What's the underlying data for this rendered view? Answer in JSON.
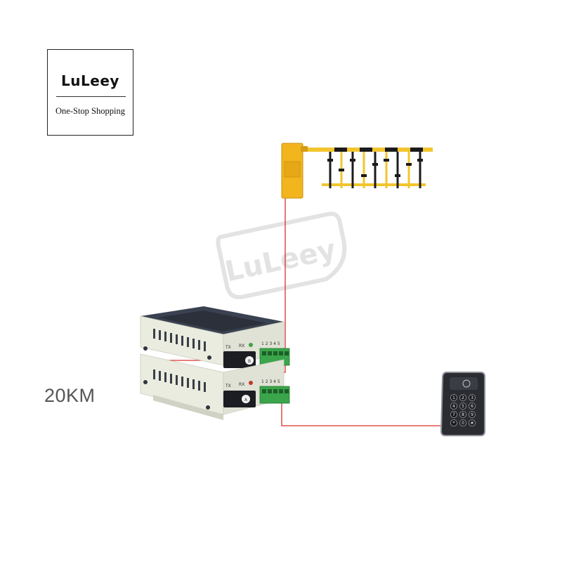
{
  "logo": {
    "brand": "LuLeey",
    "tagline": "One-Stop Shopping"
  },
  "watermark": {
    "text": "LuLeey"
  },
  "distance_label": "20KM",
  "converters": {
    "top": {
      "tx": "TX",
      "rx": "RX",
      "terminals": "1 2 3 4 5",
      "port_badge": "B"
    },
    "bottom": {
      "tx": "TX",
      "rx": "RX",
      "terminals": "1 2 3 4 5",
      "port_badge": "A"
    }
  },
  "keypad": {
    "keys": [
      "1",
      "2",
      "3",
      "4",
      "5",
      "6",
      "7",
      "8",
      "9",
      "*",
      "0",
      "#"
    ]
  },
  "colors": {
    "cable": "#d9302a",
    "barrier_yellow": "#f2b51e",
    "terminal_green": "#3aa54a",
    "device_body": "#e9ecdf",
    "device_top": "#2f3540"
  },
  "icons": [
    "barrier-gate-icon",
    "fiber-converter-icon",
    "access-keypad-icon"
  ]
}
